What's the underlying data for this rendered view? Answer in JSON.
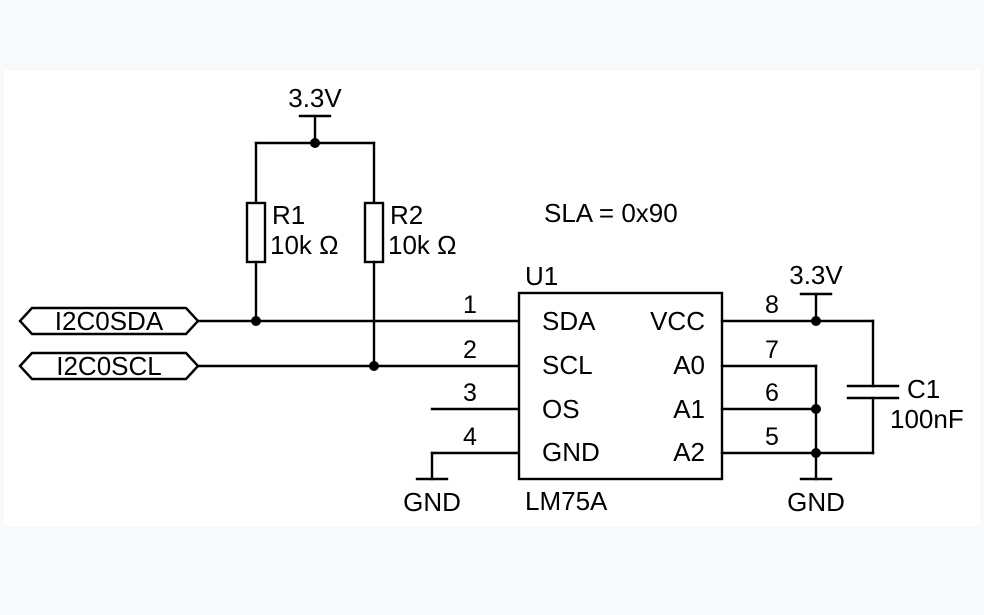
{
  "labels": {
    "supply_top": "3.3V",
    "supply_right": "3.3V",
    "gnd_left": "GND",
    "gnd_right": "GND",
    "sla": "SLA = 0x90",
    "net_sda": "I2C0SDA",
    "net_scl": "I2C0SCL"
  },
  "resistors": [
    {
      "ref": "R1",
      "value": "10k Ω"
    },
    {
      "ref": "R2",
      "value": "10k Ω"
    }
  ],
  "capacitor": {
    "ref": "C1",
    "value": "100nF"
  },
  "ic": {
    "ref": "U1",
    "part": "LM75A",
    "left_pins": [
      {
        "number": "1",
        "name": "SDA"
      },
      {
        "number": "2",
        "name": "SCL"
      },
      {
        "number": "3",
        "name": "OS"
      },
      {
        "number": "4",
        "name": "GND"
      }
    ],
    "right_pins": [
      {
        "number": "8",
        "name": "VCC"
      },
      {
        "number": "7",
        "name": "A0"
      },
      {
        "number": "6",
        "name": "A1"
      },
      {
        "number": "5",
        "name": "A2"
      }
    ]
  }
}
